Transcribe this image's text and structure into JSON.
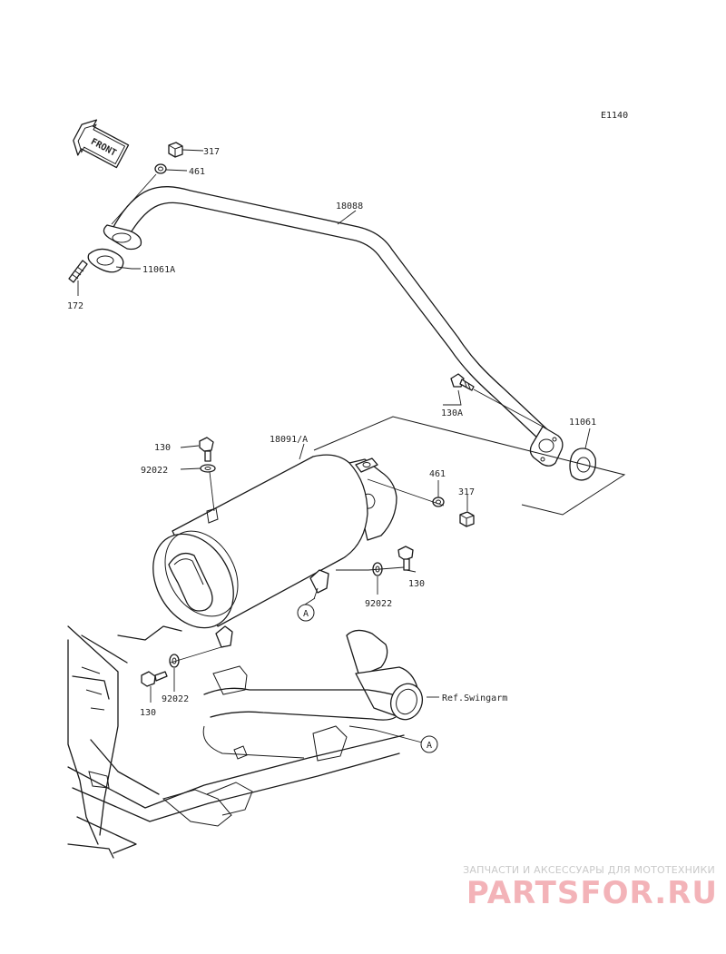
{
  "diagram_code": "E1140",
  "front_label": "FRONT",
  "parts": {
    "p317_top": "317",
    "p461_top": "461",
    "p18088": "18088",
    "p11061A": "11061A",
    "p172": "172",
    "p130A": "130A",
    "p11061": "11061",
    "p18091A": "18091/A",
    "p130_left_top": "130",
    "p92022_left_top": "92022",
    "p461_right": "461",
    "p317_right": "317",
    "p130_right": "130",
    "p92022_right": "92022",
    "p92022_bottom": "92022",
    "p130_bottom": "130",
    "ref_swingarm": "Ref.Swingarm",
    "callout_a1": "A",
    "callout_a2": "A"
  },
  "watermark": {
    "tagline": "ЗАПЧАСТИ И АКСЕССУАРЫ ДЛЯ МОТОТЕХНИКИ",
    "logo": "PARTSFOR.RU"
  }
}
